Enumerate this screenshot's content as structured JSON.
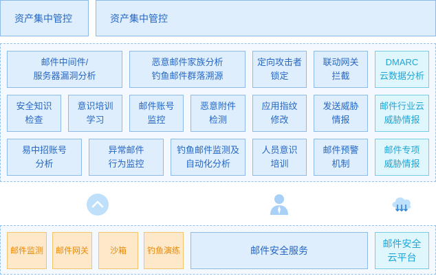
{
  "headers": {
    "left": "资产集中管控",
    "right": "资产集中管控"
  },
  "grid": {
    "row1": [
      "邮件中间件/\n服务器漏洞分析",
      "恶意邮件家族分析\n钓鱼邮件群落溯源",
      "定向攻击者\n锁定",
      "联动网关\n拦截",
      "DMARC\n云数据分析"
    ],
    "row2": [
      "安全知识\n检查",
      "意识培训\n学习",
      "邮件账号\n监控",
      "恶意附件\n检测",
      "应用指纹\n修改",
      "发送威胁\n情报",
      "邮件行业云\n威胁情报"
    ],
    "row3": [
      "易中招账号\n分析",
      "异常邮件\n行为监控",
      "钓鱼邮件监测及\n自动化分析",
      "人员意识\n培训",
      "邮件预警\n机制",
      "邮件专项\n威胁情报"
    ]
  },
  "icons": {
    "left": "chevron-up-circle-icon",
    "middle": "person-icon",
    "right": "cloud-download-icon"
  },
  "bottom": {
    "modules": [
      "邮件监测",
      "邮件网关",
      "沙箱",
      "钓鱼演练"
    ],
    "service": "邮件安全服务",
    "platform": "邮件安全\n云平台"
  },
  "colors": {
    "blue_fill": "#dfeefd",
    "blue_border": "#8db9ea",
    "cyan_fill": "#e0f6fd",
    "orange_fill": "#fde9c9"
  }
}
